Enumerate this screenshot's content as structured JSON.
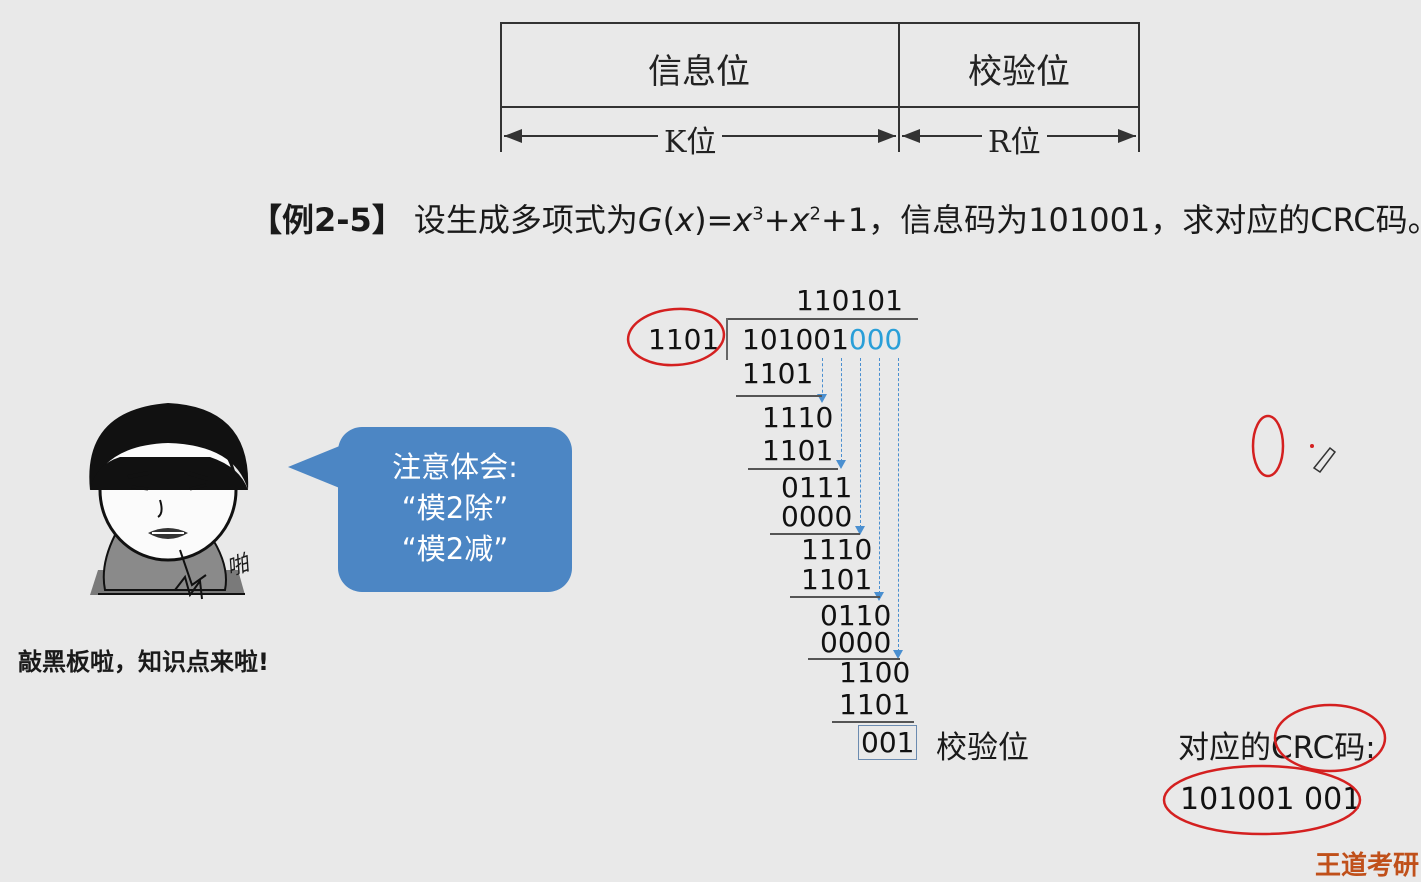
{
  "frame": {
    "info_label": "信息位",
    "check_label": "校验位",
    "k_label": "K位",
    "r_label": "R位"
  },
  "example": {
    "tag": "【例2-5】",
    "text_before": "设生成多项式为",
    "g": "G",
    "x": "x",
    "eq": "=",
    "x3": "x",
    "sup3": "3",
    "plus1": "+",
    "x2": "x",
    "sup2": "2",
    "plus_one": "+1，信息码为101001，求对应的CRC码。"
  },
  "division": {
    "divisor": "1101",
    "quotient": "110101",
    "dividend_main": "101001",
    "dividend_pad": "000",
    "rows": [
      "1101",
      "1110",
      "1101",
      "0111",
      "0000",
      "1110",
      "1101",
      "0110",
      "0000",
      "1100",
      "1101"
    ],
    "remainder": "001"
  },
  "bubble": {
    "line1": "注意体会:",
    "line2": "“模2除”",
    "line3": "“模2减”"
  },
  "meme": {
    "caption": "敲黑板啦，知识点来啦!",
    "sfx": "啪"
  },
  "result": {
    "check_label": "校验位",
    "crc_label": "对应的CRC码:",
    "crc_value": "101001 001"
  },
  "brand": "王道考研",
  "colors": {
    "background": "#e9e9e9",
    "highlight": "#2a9fd8",
    "bubble": "#4c86c4",
    "annotation": "#d42020"
  }
}
